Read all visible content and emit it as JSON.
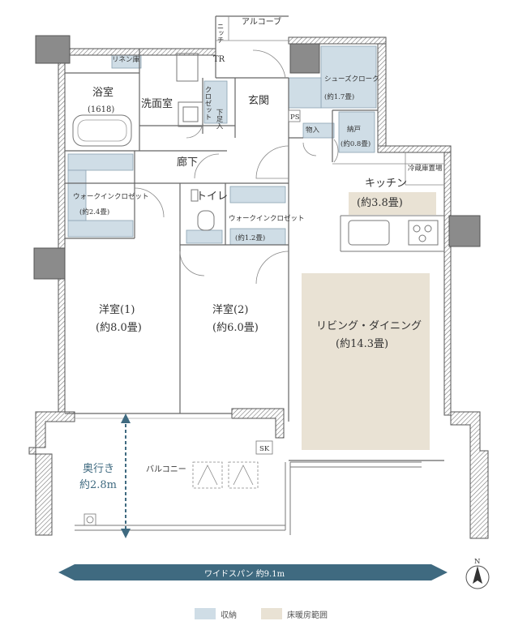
{
  "rooms": {
    "alcove": "アルコーブ",
    "niche": "ニッチ",
    "tr": "TR",
    "linen": "リネン庫",
    "bath": "浴室",
    "bath_size": "(1618)",
    "washroom": "洗面室",
    "closet_small": "クロゼット",
    "shoe_stand": "下足入",
    "entrance": "玄関",
    "shoe_cloak": "シューズクローク",
    "shoe_cloak_size": "(約1.7畳)",
    "ps": "PS",
    "storage": "物入",
    "nando": "納戸",
    "nando_size": "(約0.8畳)",
    "hallway": "廊下",
    "fridge": "冷蔵庫置場",
    "wic1": "ウォークインクロゼット",
    "wic1_size": "(約2.4畳)",
    "toilet": "トイレ",
    "wic2": "ウォークインクロゼット",
    "wic2_size": "(約1.2畳)",
    "kitchen": "キッチン",
    "kitchen_size": "(約3.8畳)",
    "room1": "洋室(1)",
    "room1_size": "(約8.0畳)",
    "room2": "洋室(2)",
    "room2_size": "(約6.0畳)",
    "living": "リビング・ダイニング",
    "living_size": "(約14.3畳)",
    "balcony": "バルコニー",
    "sk": "SK",
    "depth_label": "奥行き",
    "depth_value": "約2.8m"
  },
  "span_label": "ワイドスパン 約9.1m",
  "compass": "N",
  "legend": {
    "storage_label": "収納",
    "floorheat_label": "床暖房範囲",
    "storage_color": "#cfdde6",
    "floorheat_color": "#e9e2d4"
  },
  "colors": {
    "arrow": "#3f6a80",
    "depth_text": "#3f6a80"
  }
}
